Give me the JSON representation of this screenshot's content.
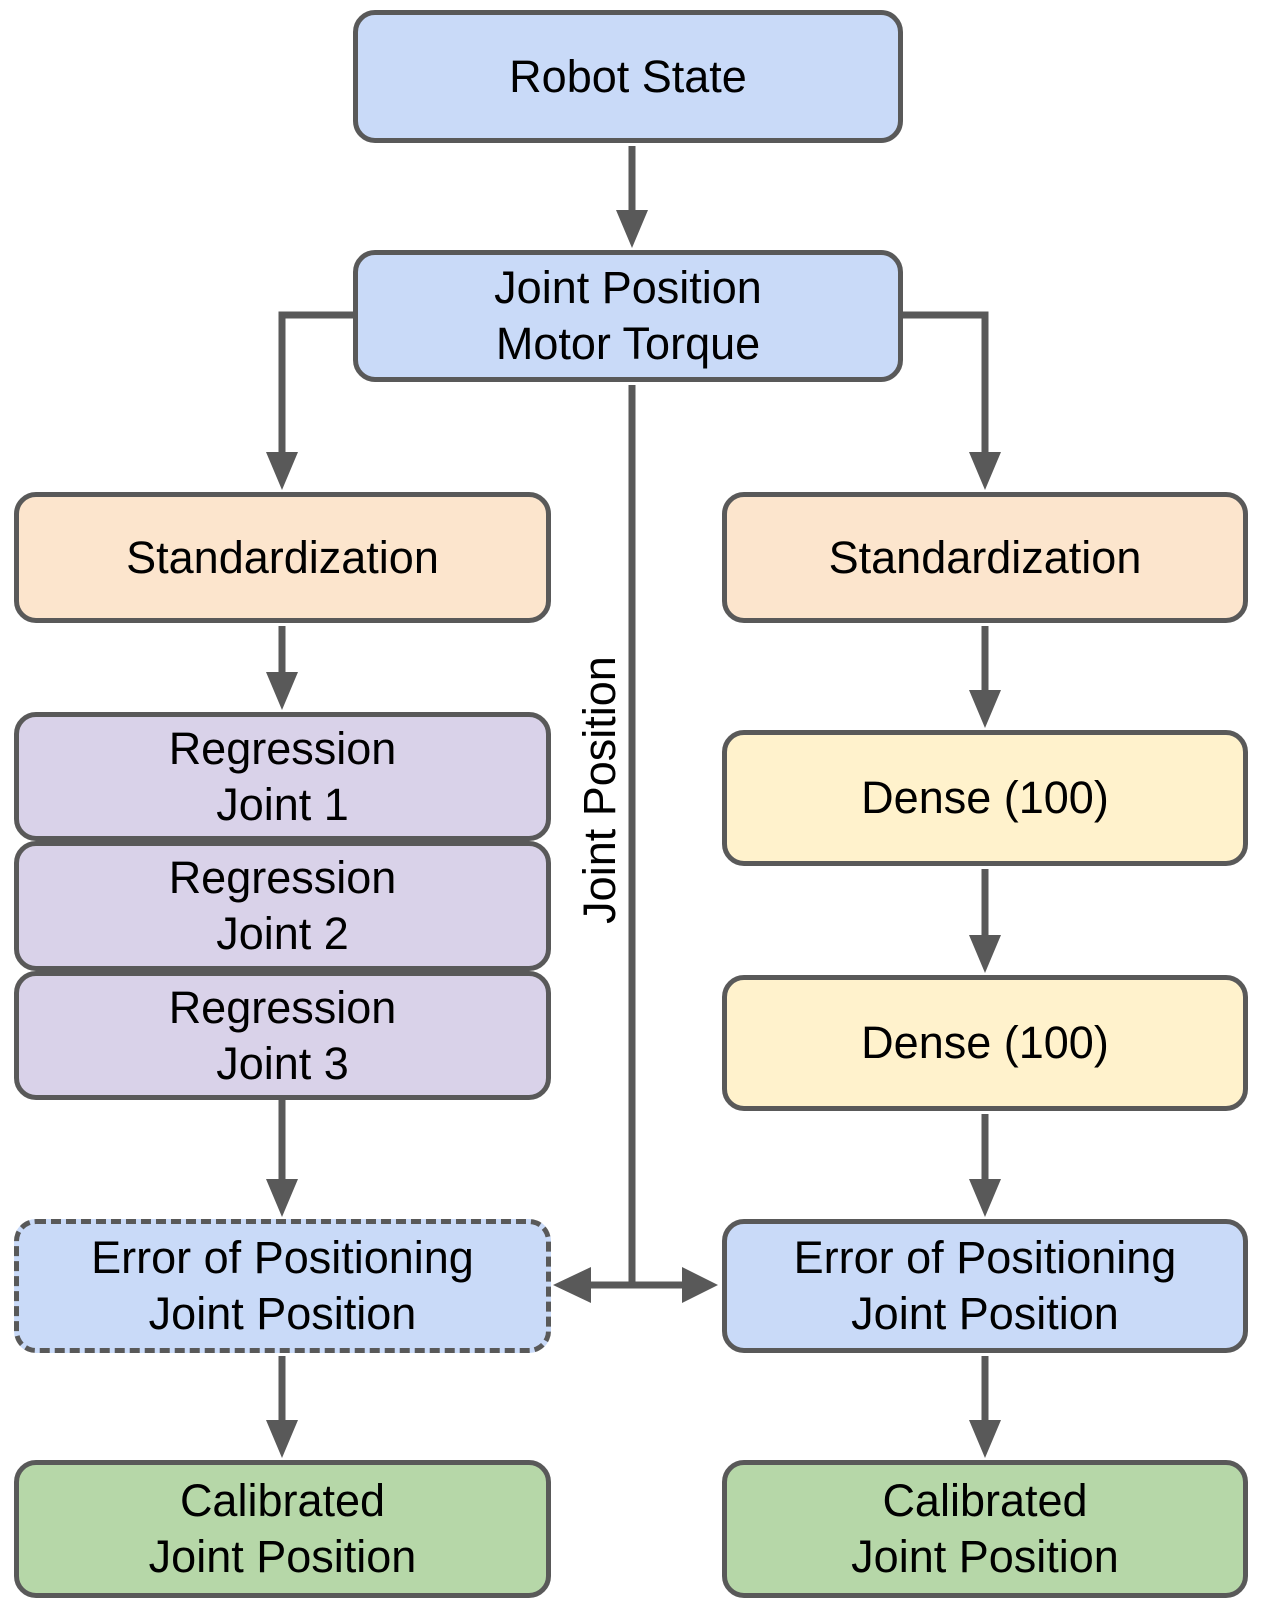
{
  "diagram": {
    "nodes": {
      "robot_state": {
        "lines": [
          "Robot State"
        ]
      },
      "joint_position_motor_torque": {
        "lines": [
          "Joint Position",
          "Motor Torque"
        ]
      },
      "standardization_left": {
        "lines": [
          "Standardization"
        ]
      },
      "standardization_right": {
        "lines": [
          "Standardization"
        ]
      },
      "regression_joint_1": {
        "lines": [
          "Regression",
          "Joint 1"
        ]
      },
      "regression_joint_2": {
        "lines": [
          "Regression",
          "Joint 2"
        ]
      },
      "regression_joint_3": {
        "lines": [
          "Regression",
          "Joint 3"
        ]
      },
      "dense_1": {
        "lines": [
          "Dense (100)"
        ]
      },
      "dense_2": {
        "lines": [
          "Dense (100)"
        ]
      },
      "error_positioning_left": {
        "lines": [
          "Error of Positioning",
          "Joint Position"
        ]
      },
      "error_positioning_right": {
        "lines": [
          "Error of Positioning",
          "Joint Position"
        ]
      },
      "calibrated_left": {
        "lines": [
          "Calibrated",
          "Joint Position"
        ]
      },
      "calibrated_right": {
        "lines": [
          "Calibrated",
          "Joint Position"
        ]
      }
    },
    "edge_labels": {
      "joint_position": "Joint Position"
    },
    "colors": {
      "blue": "#c9daf8",
      "orange": "#fce5cd",
      "purple": "#d9d2e9",
      "yellow": "#fff2cc",
      "green": "#b6d7a8",
      "line": "#595959",
      "ink": "#000000"
    }
  }
}
